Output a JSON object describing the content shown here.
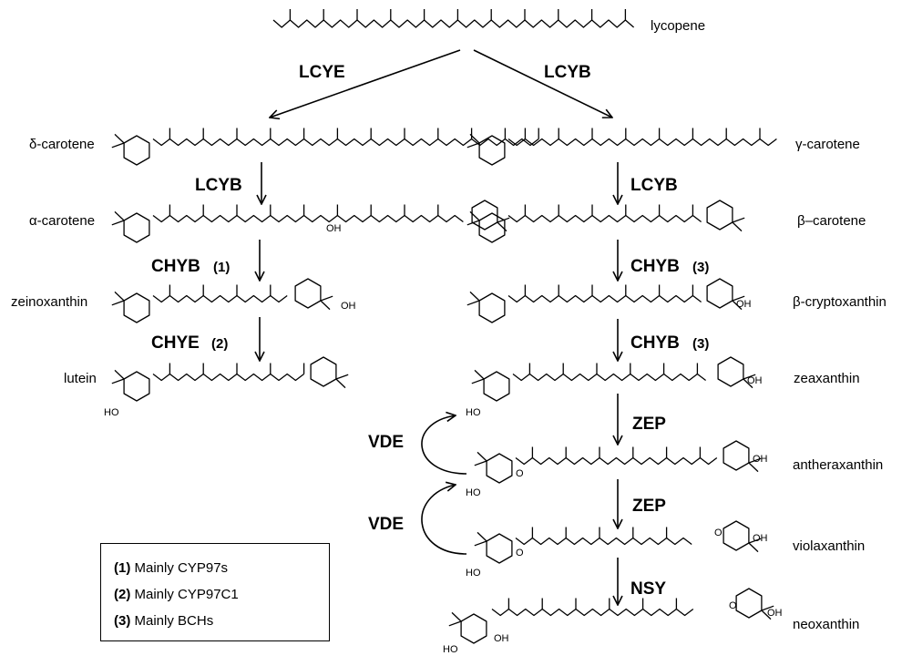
{
  "compounds": {
    "lycopene": "lycopene",
    "delta_carotene": "δ-carotene",
    "gamma_carotene": "γ-carotene",
    "alpha_carotene": "α-carotene",
    "beta_carotene": "β–carotene",
    "zeinoxanthin": "zeinoxanthin",
    "beta_cryptoxanthin": "β-cryptoxanthin",
    "lutein": "lutein",
    "zeaxanthin": "zeaxanthin",
    "antheraxanthin": "antheraxanthin",
    "violaxanthin": "violaxanthin",
    "neoxanthin": "neoxanthin"
  },
  "enzymes": {
    "lcye": "LCYE",
    "lcyb_top": "LCYB",
    "lcyb_left": "LCYB",
    "lcyb_right": "LCYB",
    "chyb_left": "CHYB",
    "chyb_left_note": "(1)",
    "chye_left": "CHYE",
    "chye_left_note": "(2)",
    "chyb_right_1": "CHYB",
    "chyb_right_1_note": "(3)",
    "chyb_right_2": "CHYB",
    "chyb_right_2_note": "(3)",
    "zep_1": "ZEP",
    "zep_2": "ZEP",
    "vde_1": "VDE",
    "vde_2": "VDE",
    "nsy": "NSY"
  },
  "atoms": {
    "oh": "OH",
    "ho": "HO",
    "o": "O"
  },
  "legend": {
    "items": [
      {
        "num": "(1)",
        "text": "Mainly CYP97s"
      },
      {
        "num": "(2)",
        "text": "Mainly CYP97C1"
      },
      {
        "num": "(3)",
        "text": "Mainly BCHs"
      }
    ]
  }
}
